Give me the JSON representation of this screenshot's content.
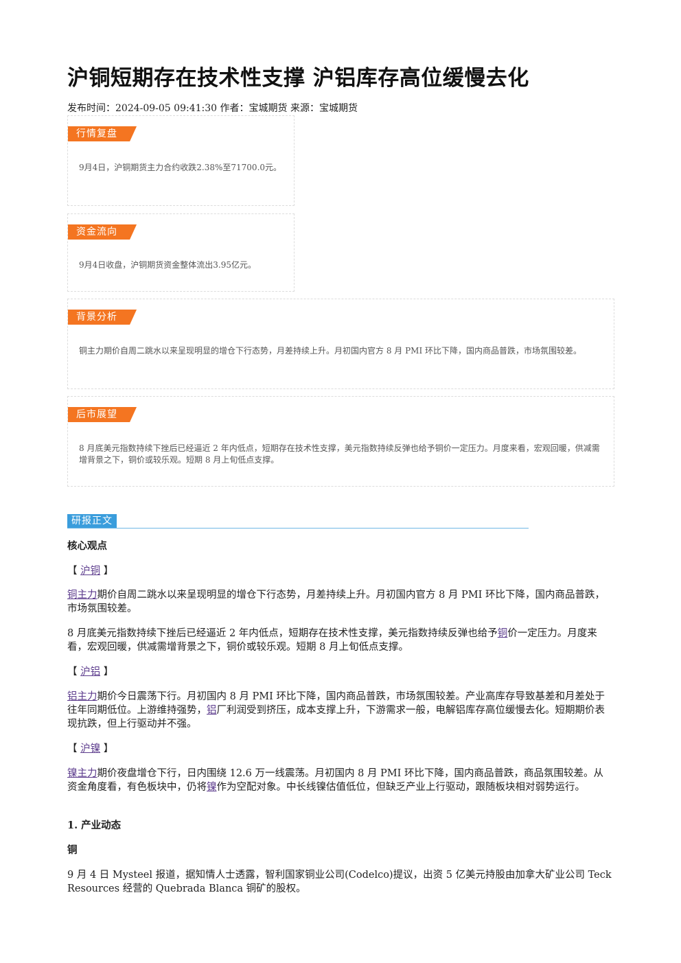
{
  "title": "沪铜短期存在技术性支撑 沪铝库存高位缓慢去化",
  "meta": {
    "publish_time": "发布时间：2024-09-05 09:41:30",
    "author": "作者：宝城期货",
    "source": "来源：宝城期货"
  },
  "boxes": {
    "market": {
      "tag": "行情复盘",
      "text": "9月4日，沪铜期货主力合约收跌2.38%至71700.0元。"
    },
    "fund": {
      "tag": "资金流向",
      "text": "9月4日收盘，沪铜期货资金整体流出3.95亿元。"
    },
    "background": {
      "tag": "背景分析",
      "text": "铜主力期价自周二跳水以来呈现明显的增仓下行态势，月差持续上升。月初国内官方 8 月 PMI 环比下降，国内商品普跌，市场氛围较差。"
    },
    "outlook": {
      "tag": "后市展望",
      "text": "8 月底美元指数持续下挫后已经逼近 2 年内低点，短期存在技术性支撑，美元指数持续反弹也给予铜价一定压力。月度来看，宏观回暖，供减需增背景之下，铜价或较乐观。短期 8 月上旬低点支撑。"
    }
  },
  "report": {
    "section_tag": "研报正文",
    "core_title": "核心观点",
    "copper": {
      "bracket_open": "【",
      "bracket_close": "】",
      "name": "沪铜",
      "p1_link": "铜主力",
      "p1_text": "期价自周二跳水以来呈现明显的增仓下行态势，月差持续上升。月初国内官方 8 月 PMI 环比下降，国内商品普跌，市场氛围较差。",
      "p2_text_a": "8 月底美元指数持续下挫后已经逼近 2 年内低点，短期存在技术性支撑，美元指数持续反弹也给予",
      "p2_link": "铜",
      "p2_text_b": "价一定压力。月度来看，宏观回暖，供减需增背景之下，铜价或较乐观。短期 8 月上旬低点支撑。"
    },
    "aluminum": {
      "name": "沪铝",
      "p1_link": "铝主力",
      "p1_text_a": "期价今日震荡下行。月初国内 8 月 PMI 环比下降，国内商品普跌，市场氛围较差。产业高库存导致基差和月差处于往年同期低位。上游维持强势，",
      "p1_link2": "铝",
      "p1_text_b": "厂利润受到挤压，成本支撑上升，下游需求一般，电解铝库存高位缓慢去化。短期期价表现抗跌，但上行驱动并不强。"
    },
    "nickel": {
      "name": "沪镍",
      "p1_link": "镍主力",
      "p1_text_a": "期价夜盘增仓下行，日内围绕 12.6 万一线震荡。月初国内 8 月 PMI 环比下降，国内商品普跌，商品氛围较差。从资金角度看，有色板块中，仍将",
      "p1_link2": "镍",
      "p1_text_b": "作为空配对象。中长线镍估值低位，但缺乏产业上行驱动，跟随板块相对弱势运行。"
    },
    "industry_title": "1. 产业动态",
    "industry_sub": "铜",
    "industry_text": "9 月 4 日 Mysteel 报道，据知情人士透露，智利国家铜业公司(Codelco)提议，出资 5 亿美元持股由加拿大矿业公司 Teck Resources 经营的 Quebrada Blanca 铜矿的股权。"
  }
}
